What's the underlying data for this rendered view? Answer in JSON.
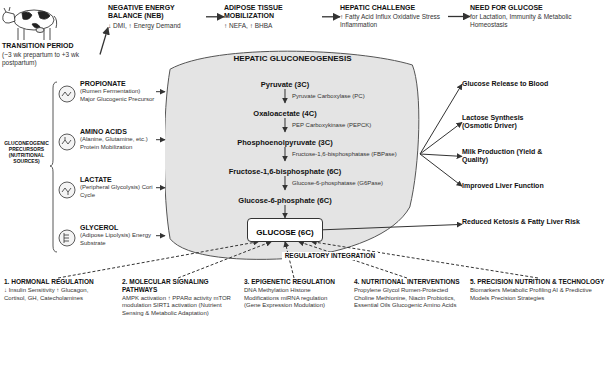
{
  "diagram": {
    "nodes": [
      {
        "text": [
          "TRANSITION PERIOD",
          "(~3 wk prepartum to +3 wk postpartum)"
        ]
      },
      {
        "text": [
          "NEGATIVE ENERGY BALANCE (NEB)",
          "↓ DMI, ↑ Energy Demand"
        ]
      },
      {
        "text": [
          "ADIPOSE TISSUE MOBILIZATION",
          "↑ NEFA, ↑ BHBA"
        ]
      },
      {
        "text": [
          "HEPATIC CHALLENGE",
          "↑ Fatty Acid Influx Oxidative Stress Inflammation"
        ]
      },
      {
        "text": [
          "NEED FOR GLUCOSE",
          "for Lactation, Immunity & Metabolic Homeostasis"
        ]
      },
      {
        "text": [
          "PROPIONATE",
          "(Rumen Fermentation) Major Glucogenic Precursor"
        ]
      },
      {
        "text": [
          "AMINO ACIDS",
          "(Alanine, Glutamine, etc.) Protein Mobilization"
        ]
      },
      {
        "text": [
          "LACTATE",
          "(Peripheral Glycolysis) Cori Cycle"
        ]
      },
      {
        "text": [
          "GLYCEROL",
          "(Adipose Lipolysis) Energy Substrate"
        ]
      },
      {
        "text": [
          "HEPATIC GLUCONEOGENESIS"
        ]
      },
      {
        "text": [
          "Pyruvate (3C)"
        ],
        "in": 9
      },
      {
        "text": [
          "Oxaloacetate (4C)"
        ],
        "in": 9
      },
      {
        "text": [
          "Phosphoenolpyruvate (3C)"
        ],
        "in": 9
      },
      {
        "text": [
          "Fructose-1,6-bisphosphate (6C)"
        ],
        "in": 9
      },
      {
        "text": [
          "Glucose-6-phosphate (6C)"
        ],
        "in": 9
      },
      {
        "text": [
          "GLUCOSE (6C)"
        ],
        "in": 9
      },
      {
        "text": [
          "Glucose Release to Blood"
        ]
      },
      {
        "text": [
          "Lactose Synthesis (Osmotic Driver)"
        ]
      },
      {
        "text": [
          "Milk Production (Yield & Quality)"
        ]
      },
      {
        "text": [
          "Improved Liver Function"
        ]
      },
      {
        "text": [
          "Reduced Ketosis & Fatty Liver Risk"
        ]
      },
      {
        "text": [
          "1. HORMONAL REGULATION",
          "↓ Insulin Sensitivity ↑ Glucagon, Cortisol, GH, Catecholamines"
        ]
      },
      {
        "text": [
          "2. MOLECULAR SIGNALING PATHWAYS",
          "AMPK activation ↑ PPARα activity mTOR modulation SIRT1 activation (Nutrient Sensing & Metabolic Adaptation)"
        ]
      },
      {
        "text": [
          "3. EPIGENETIC REGULATION",
          "DNA Methylation Histone Modifications miRNA regulation (Gene Expression Modulation)"
        ]
      },
      {
        "text": [
          "4. NUTRITIONAL INTERVENTIONS",
          "Propylene Glycol Rumen-Protected Choline Methionine, Niacin Probiotics, Essential Oils Glucogenic Amino Acids"
        ]
      },
      {
        "text": [
          "5. PRECISION NUTRITION & TECHNOLOGY",
          "Biomarkers Metabolic Profiling AI & Predictive Models Precision Strategies"
        ]
      }
    ],
    "edges": [
      {
        "from": 0,
        "to": 1,
        "arrow": "to"
      },
      {
        "from": 1,
        "to": 2,
        "arrow": "to"
      },
      {
        "from": 2,
        "to": 3,
        "arrow": "to"
      },
      {
        "from": 3,
        "to": 4,
        "arrow": "to"
      },
      {
        "from": 5,
        "to": 9,
        "arrow": "to"
      },
      {
        "from": 6,
        "to": 9,
        "arrow": "to"
      },
      {
        "from": 7,
        "to": 9,
        "arrow": "to"
      },
      {
        "from": 8,
        "to": 9,
        "arrow": "to"
      },
      {
        "from": 10,
        "to": 11,
        "label": "Pyruvate Carboxylase (PC)",
        "arrow": "to"
      },
      {
        "from": 11,
        "to": 12,
        "label": "PEP Carboxykinase (PEPCK)",
        "arrow": "to"
      },
      {
        "from": 12,
        "to": 13,
        "label": "Fructose-1,6-bisphosphatase (FBPase)",
        "arrow": "to"
      },
      {
        "from": 13,
        "to": 14,
        "label": "Glucose-6-phosphatase (G6Pase)",
        "arrow": "to"
      },
      {
        "from": 14,
        "to": 15,
        "arrow": "to"
      },
      {
        "from": 9,
        "to": 16,
        "arrow": "to"
      },
      {
        "from": 9,
        "to": 17,
        "arrow": "to"
      },
      {
        "from": 9,
        "to": 18,
        "arrow": "to"
      },
      {
        "from": 9,
        "to": 19,
        "arrow": "to"
      },
      {
        "from": 15,
        "to": 20,
        "arrow": "to"
      },
      {
        "from": 21,
        "to": 15,
        "arrow": "to"
      },
      {
        "from": 22,
        "to": 15,
        "arrow": "to"
      },
      {
        "from": 23,
        "to": 15,
        "arrow": "to"
      },
      {
        "from": 24,
        "to": 15,
        "arrow": "to"
      },
      {
        "from": 25,
        "to": 15,
        "arrow": "to"
      }
    ],
    "labels": [
      "GLUCONEOGENIC PRECURSORS (NUTRITIONAL SOURCES)",
      "REGULATORY INTEGRATION"
    ]
  }
}
